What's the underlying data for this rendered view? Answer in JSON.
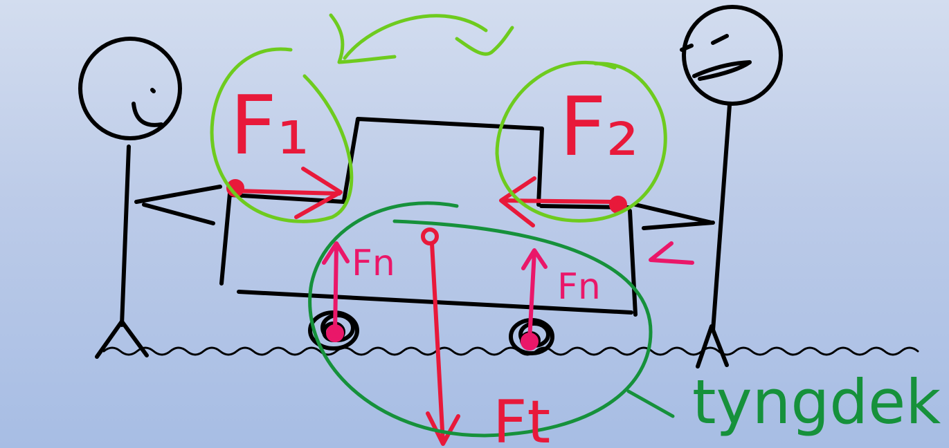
{
  "labels": {
    "force_left": "F₁",
    "force_right": "F₂",
    "normal_left": "Fn",
    "normal_right": "Fn",
    "gravity": "Ft",
    "gravity_note": "tyngdek"
  },
  "colors": {
    "ink": "#000000",
    "force_red": "#e8193a",
    "normal_pink": "#ea1769",
    "highlight_green": "#6ecb1e",
    "note_green": "#16913b"
  }
}
